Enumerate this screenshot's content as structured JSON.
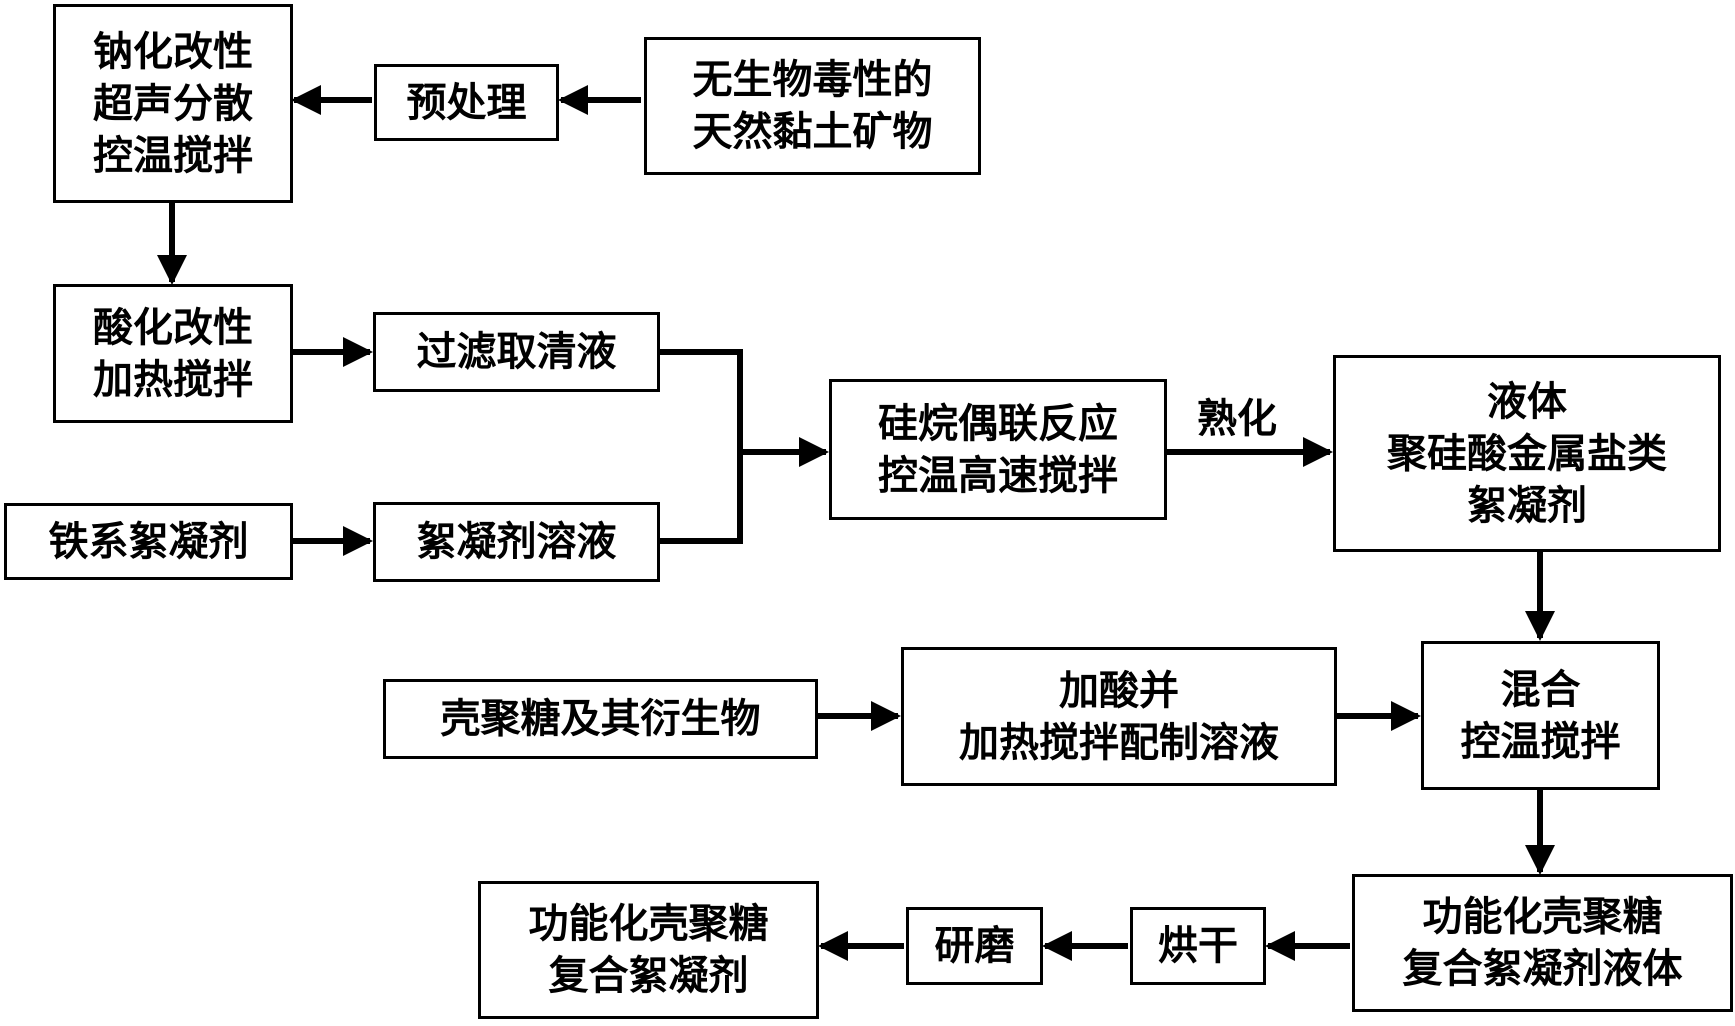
{
  "nodes": {
    "clay": [
      "无生物毒性的",
      "天然黏土矿物"
    ],
    "pretreat": [
      "预处理"
    ],
    "sodium": [
      "钠化改性",
      "超声分散",
      "控温搅拌"
    ],
    "acid": [
      "酸化改性",
      "加热搅拌"
    ],
    "filter": [
      "过滤取清液"
    ],
    "iron": [
      "铁系絮凝剂"
    ],
    "floc_solution": [
      "絮凝剂溶液"
    ],
    "silane": [
      "硅烷偶联反应",
      "控温高速搅拌"
    ],
    "liquid_psm": [
      "液体",
      "聚硅酸金属盐类",
      "絮凝剂"
    ],
    "chitosan": [
      "壳聚糖及其衍生物"
    ],
    "acid_heat": [
      "加酸并",
      "加热搅拌配制溶液"
    ],
    "mix": [
      "混合",
      "控温搅拌"
    ],
    "func_liquid": [
      "功能化壳聚糖",
      "复合絮凝剂液体"
    ],
    "dry": [
      "烘干"
    ],
    "grind": [
      "研磨"
    ],
    "final": [
      "功能化壳聚糖",
      "复合絮凝剂"
    ]
  },
  "edge_labels": {
    "aging": "熟化"
  },
  "colors": {
    "stroke": "#000000",
    "background": "#ffffff"
  }
}
